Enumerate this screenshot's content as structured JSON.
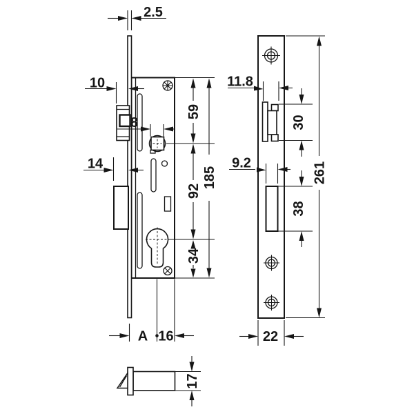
{
  "drawing": {
    "title": "mortise-lock-dimension-drawing",
    "colors": {
      "line": "#161616",
      "background": "#ffffff"
    },
    "dimensions": {
      "faceplate_thickness": "2.5",
      "latch_projection": "10",
      "follower_square": "8",
      "deadbolt_projection": "14",
      "top_to_follower": "59",
      "follower_to_cylinder": "92",
      "cylinder_to_bottom": "34",
      "case_length": "185",
      "backset": "A",
      "axis_to_case_back": "16",
      "latch_cutout_width": "11.8",
      "latch_cutout_height": "30",
      "deadbolt_cutout_width": "9.2",
      "deadbolt_cutout_height": "38",
      "faceplate_length": "261",
      "faceplate_width": "22",
      "latch_bolt_height": "17"
    }
  }
}
